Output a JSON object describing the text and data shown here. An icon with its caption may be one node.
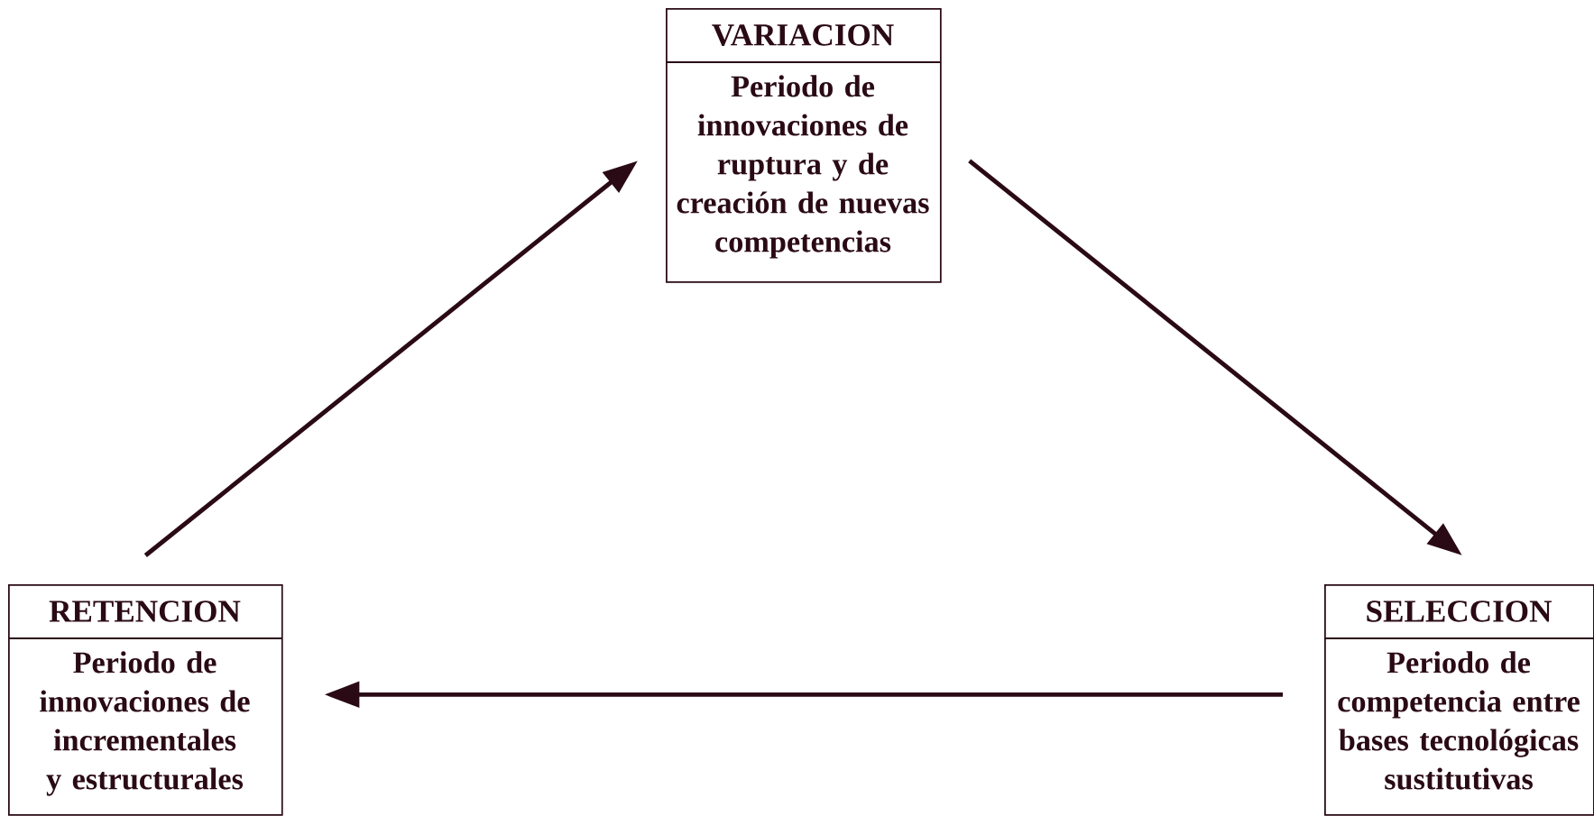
{
  "diagram": {
    "nodes": [
      {
        "text": [
          "VARIACION",
          "Periodo de innovaciones de ruptura y de creación de nuevas competencias"
        ]
      },
      {
        "text": [
          "RETENCION",
          "Periodo de innovaciones de incrementales y estructurales"
        ]
      },
      {
        "text": [
          "SELECCION",
          "Periodo de competencia entre bases tecnológicas sustitutivas"
        ]
      }
    ],
    "edges": [
      {
        "from": 1,
        "to": 0,
        "arrow": "to"
      },
      {
        "from": 0,
        "to": 2,
        "arrow": "to"
      },
      {
        "from": 2,
        "to": 1,
        "arrow": "to"
      }
    ]
  }
}
